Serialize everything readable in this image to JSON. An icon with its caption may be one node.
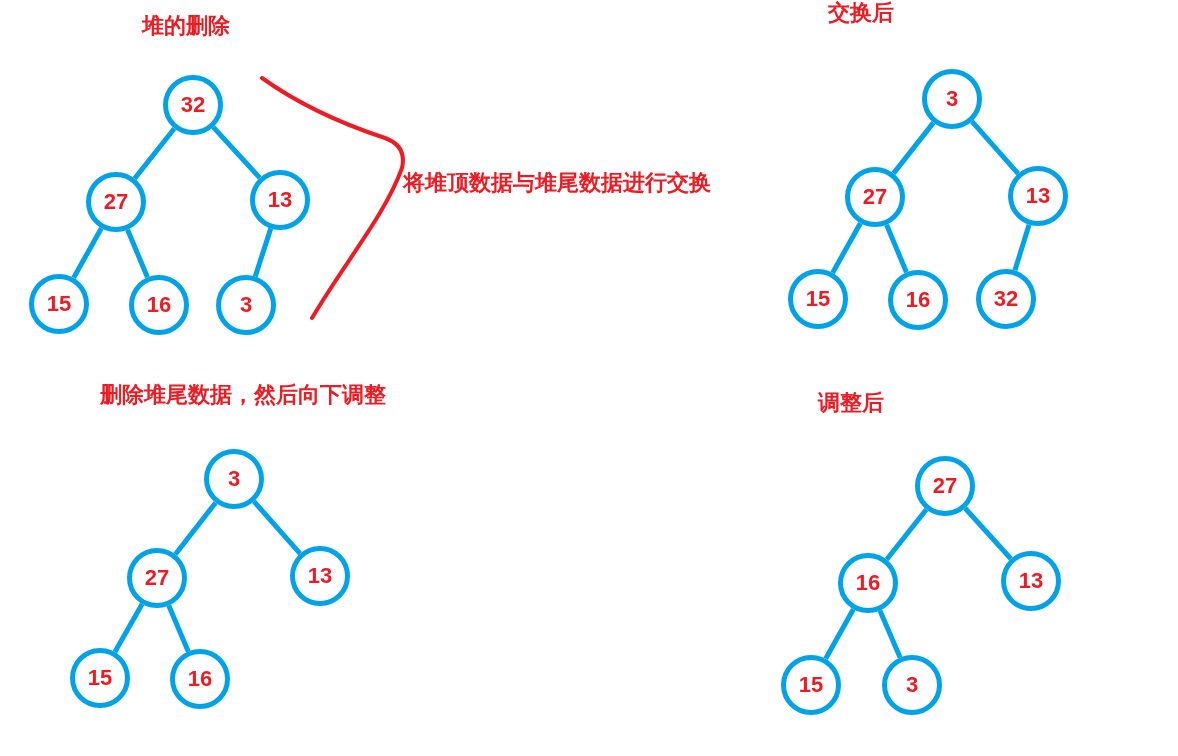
{
  "diagram": {
    "nodes": [
      {
        "text": [
          "32"
        ]
      },
      {
        "text": [
          "27"
        ]
      },
      {
        "text": [
          "13"
        ]
      },
      {
        "text": [
          "15"
        ]
      },
      {
        "text": [
          "16"
        ]
      },
      {
        "text": [
          "3"
        ]
      },
      {
        "text": [
          "3"
        ]
      },
      {
        "text": [
          "27"
        ]
      },
      {
        "text": [
          "13"
        ]
      },
      {
        "text": [
          "15"
        ]
      },
      {
        "text": [
          "16"
        ]
      },
      {
        "text": [
          "32"
        ]
      },
      {
        "text": [
          "3"
        ]
      },
      {
        "text": [
          "27"
        ]
      },
      {
        "text": [
          "13"
        ]
      },
      {
        "text": [
          "15"
        ]
      },
      {
        "text": [
          "16"
        ]
      },
      {
        "text": [
          "27"
        ]
      },
      {
        "text": [
          "16"
        ]
      },
      {
        "text": [
          "13"
        ]
      },
      {
        "text": [
          "15"
        ]
      },
      {
        "text": [
          "3"
        ]
      }
    ],
    "edges": [
      {
        "from": 0,
        "to": 1,
        "arrow": "none"
      },
      {
        "from": 0,
        "to": 2,
        "arrow": "none"
      },
      {
        "from": 1,
        "to": 3,
        "arrow": "none"
      },
      {
        "from": 1,
        "to": 4,
        "arrow": "none"
      },
      {
        "from": 2,
        "to": 5,
        "arrow": "none"
      },
      {
        "from": 6,
        "to": 7,
        "arrow": "none"
      },
      {
        "from": 6,
        "to": 8,
        "arrow": "none"
      },
      {
        "from": 7,
        "to": 9,
        "arrow": "none"
      },
      {
        "from": 7,
        "to": 10,
        "arrow": "none"
      },
      {
        "from": 8,
        "to": 11,
        "arrow": "none"
      },
      {
        "from": 12,
        "to": 13,
        "arrow": "none"
      },
      {
        "from": 12,
        "to": 14,
        "arrow": "none"
      },
      {
        "from": 13,
        "to": 15,
        "arrow": "none"
      },
      {
        "from": 13,
        "to": 16,
        "arrow": "none"
      },
      {
        "from": 17,
        "to": 18,
        "arrow": "none"
      },
      {
        "from": 17,
        "to": 19,
        "arrow": "none"
      },
      {
        "from": 18,
        "to": 20,
        "arrow": "none"
      },
      {
        "from": 18,
        "to": 21,
        "arrow": "none"
      }
    ],
    "labels": [
      "堆的删除",
      "交换后",
      "将堆顶数据与堆尾数据进行交换",
      "删除堆尾数据，然后向下调整",
      "调整后"
    ]
  }
}
